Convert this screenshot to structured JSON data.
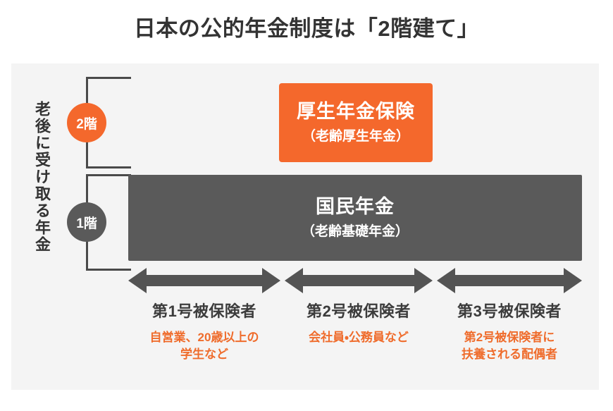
{
  "title": "日本の公的年金制度は「2階建て」",
  "axis": {
    "vertical_label": "老後に受け取る年金"
  },
  "colors": {
    "orange": "#F4682C",
    "dark_gray": "#5A5A5A",
    "panel_bg": "#F4F4F4",
    "title_text": "#333333",
    "arrow": "#545454",
    "desc_orange": "#EF6C2C"
  },
  "floors": [
    {
      "badge": "2階",
      "badge_color": "#F4682C",
      "box_title": "厚生年金保険",
      "box_subtitle": "（老齢厚生年金）",
      "box_color": "#F4682C"
    },
    {
      "badge": "1階",
      "badge_color": "#5A5A5A",
      "box_title": "国民年金",
      "box_subtitle": "（老齢基礎年金）",
      "box_color": "#5A5A5A"
    }
  ],
  "categories": [
    {
      "title": "第1号被保険者",
      "description_lines": [
        "自営業、20歳以上の",
        "学生など"
      ],
      "arrow": "double-headed-arrow"
    },
    {
      "title": "第2号被保険者",
      "description_lines": [
        "会社員・公務員など"
      ],
      "arrow": "double-headed-arrow"
    },
    {
      "title": "第3号被保険者",
      "description_lines": [
        "第2号被保険者に",
        "扶養される配偶者"
      ],
      "arrow": "double-headed-arrow"
    }
  ]
}
